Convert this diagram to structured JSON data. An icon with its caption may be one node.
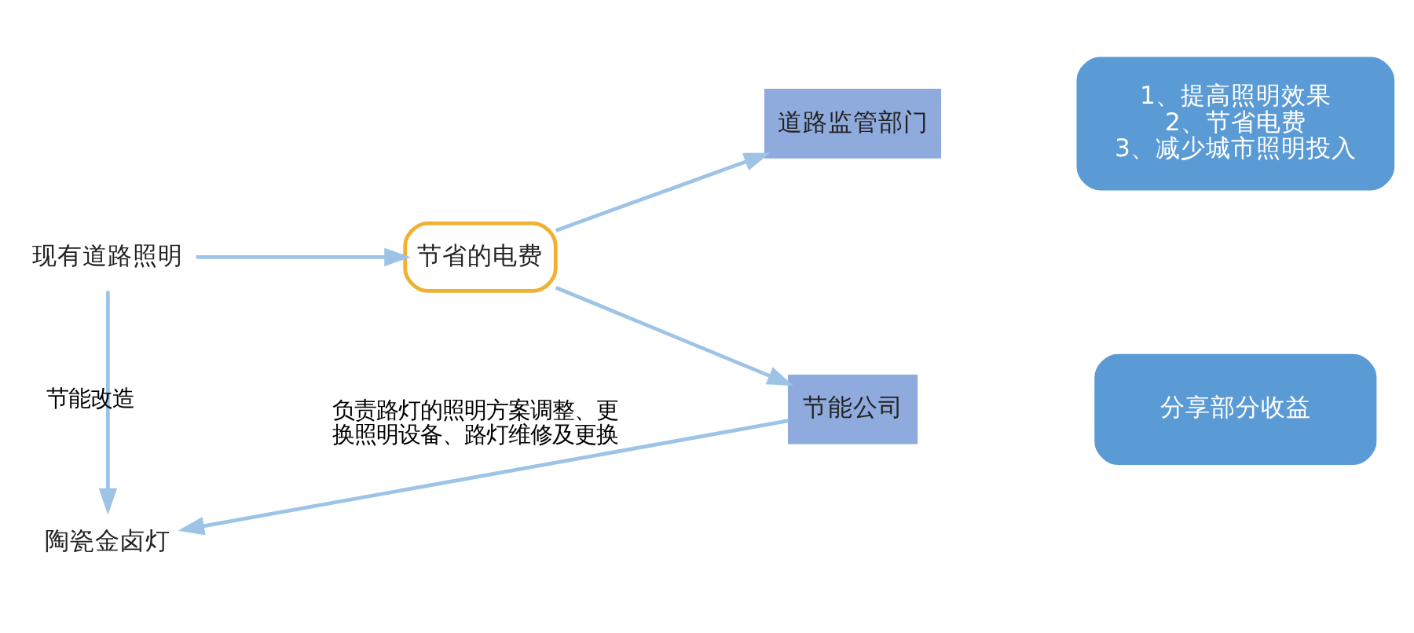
{
  "diagram": {
    "nodes": [
      {
        "text": [
          "现有道路照明"
        ]
      },
      {
        "text": [
          "节省的电费"
        ]
      },
      {
        "text": [
          "道路监管部门"
        ]
      },
      {
        "text": [
          "1、提高照明效果",
          "2、节省电费",
          "3、减少城市照明投入"
        ]
      },
      {
        "text": [
          "节能公司"
        ]
      },
      {
        "text": [
          "分享部分收益"
        ]
      },
      {
        "text": [
          "陶瓷金卤灯"
        ]
      }
    ],
    "edges": [
      {
        "from": 0,
        "to": 6,
        "arrow": "to",
        "label": "节能改造"
      },
      {
        "from": 0,
        "to": 1,
        "arrow": "to"
      },
      {
        "from": 1,
        "to": 2,
        "arrow": "to"
      },
      {
        "from": 1,
        "to": 4,
        "arrow": "to"
      },
      {
        "from": 4,
        "to": 6,
        "arrow": "to",
        "label": "负责路灯的照明方案调整、更换照明设备、路灯维修及更换"
      }
    ]
  }
}
